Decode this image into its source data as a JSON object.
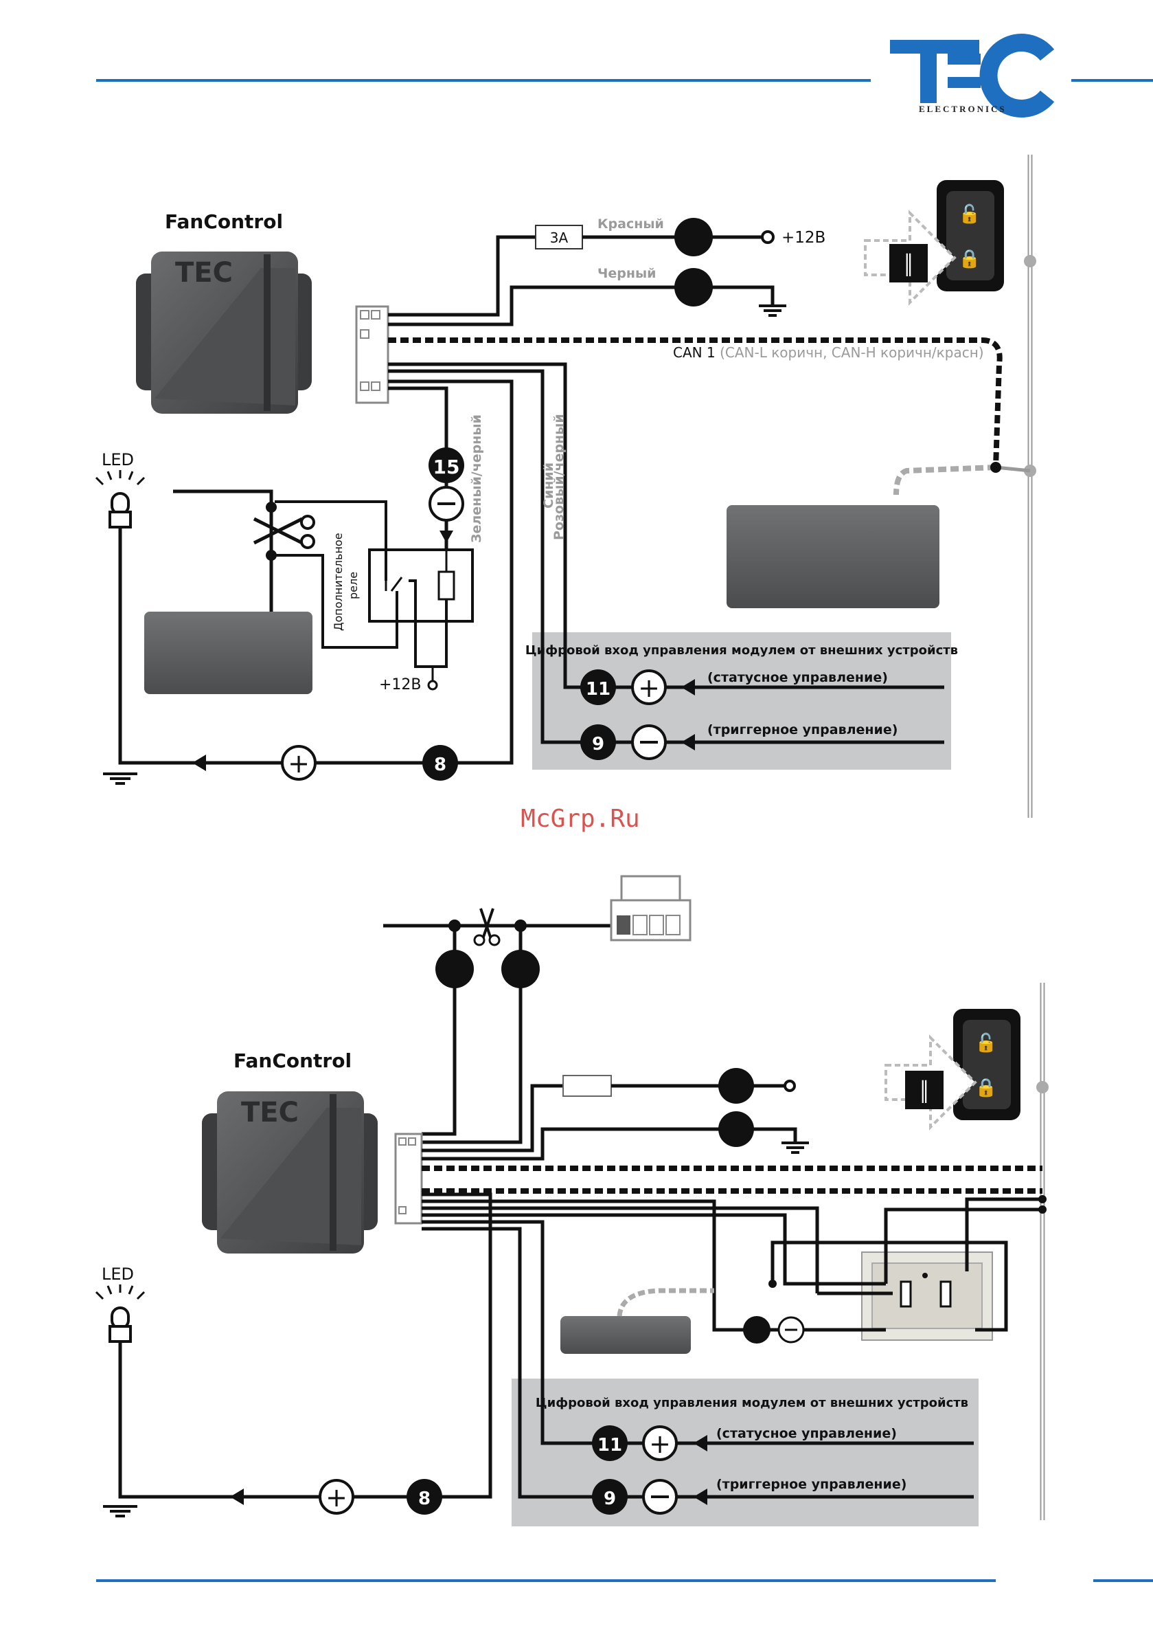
{
  "logo": {
    "letters": "TEC",
    "subtitle": "ELECTRONICS"
  },
  "watermark": "McGrp.Ru",
  "diagram_top": {
    "module_title": "FanControl",
    "fuse": "3A",
    "wire_red": "Красный",
    "wire_black": "Черный",
    "plus12": "+12B",
    "can_label": "CAN 1",
    "can_detail": "(CAN-L коричн, CAN-H коричн/красн)",
    "led": "LED",
    "pin15": "15",
    "pin11": "11",
    "pin9": "9",
    "pin8": "8",
    "wire_green": "Зеленый/черный",
    "wire_blue": "Синий",
    "wire_pink": "Розовый/черный",
    "relay_line1": "Дополнительное",
    "relay_line2": "реле",
    "relay_plus12": "+12B",
    "digital_title": "Цифровой вход управления модулем от внешних устройств",
    "status_ctrl": "(статусное управление)",
    "trigger_ctrl": "(триггерное управление)"
  },
  "diagram_bottom": {
    "module_title": "FanControl",
    "led": "LED",
    "pin11": "11",
    "pin9": "9",
    "pin8": "8",
    "digital_title": "Цифровой вход управления модулем от внешних устройств",
    "status_ctrl": "(статусное управление)",
    "trigger_ctrl": "(триггерное управление)"
  },
  "colors": {
    "brand_blue": "#1f6fc0",
    "wire": "#111111",
    "panel_gray": "#c8c9cb",
    "module_gray": "#555759"
  }
}
